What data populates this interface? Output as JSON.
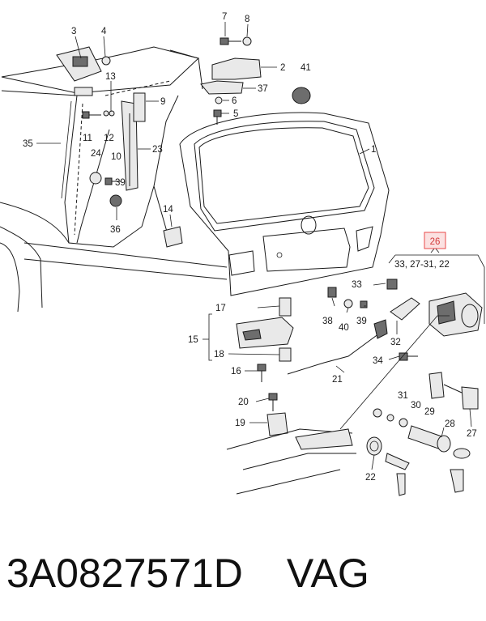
{
  "diagram": {
    "callouts": {
      "c1": "1",
      "c2": "2",
      "c3": "3",
      "c4": "4",
      "c5": "5",
      "c6": "6",
      "c7": "7",
      "c8": "8",
      "c9": "9",
      "c10": "10",
      "c11": "11",
      "c12": "12",
      "c13": "13",
      "c14": "14",
      "c15": "15",
      "c16": "16",
      "c17": "17",
      "c18": "18",
      "c19": "19",
      "c20": "20",
      "c21": "21",
      "c22": "22",
      "c23": "23",
      "c24": "24",
      "c27": "27",
      "c28": "28",
      "c29": "29",
      "c30": "30",
      "c31": "31",
      "c32": "32",
      "c33": "33",
      "c34": "34",
      "c35": "35",
      "c36": "36",
      "c37": "37",
      "c38": "38",
      "c39": "39",
      "c40": "40",
      "c41": "41"
    },
    "highlighted_callout": {
      "label": "26",
      "highlight_color": "#e84a4a",
      "highlight_fill": "#fbe1e1"
    },
    "group_label": "33, 27-31, 22"
  },
  "caption": {
    "part_number": "3A0827571D",
    "brand": "VAG"
  }
}
